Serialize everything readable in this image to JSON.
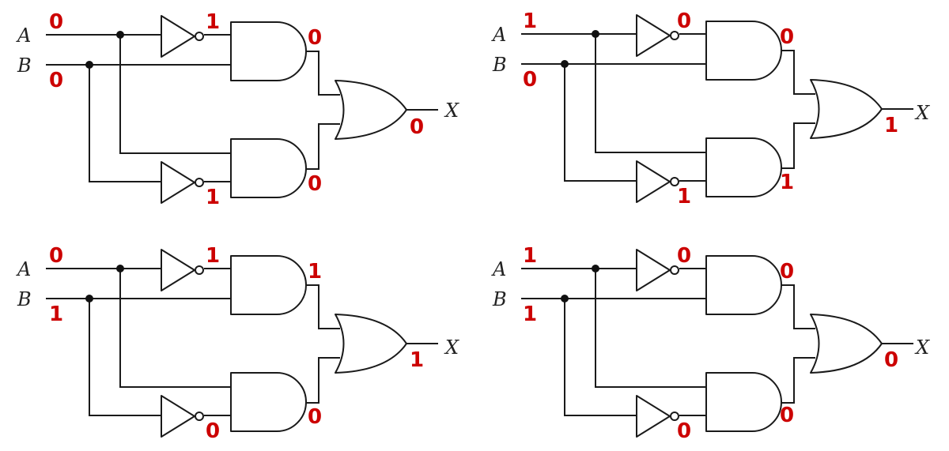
{
  "labels": {
    "input_a": "A",
    "input_b": "B",
    "output": "X"
  },
  "colors": {
    "value": "#cc0000",
    "wire": "#1a1a1a"
  },
  "circuits": [
    {
      "a": "0",
      "b": "0",
      "not_a": "1",
      "not_b": "1",
      "and_top": "0",
      "and_bottom": "0",
      "x": "0"
    },
    {
      "a": "1",
      "b": "0",
      "not_a": "0",
      "not_b": "1",
      "and_top": "0",
      "and_bottom": "1",
      "x": "1"
    },
    {
      "a": "0",
      "b": "1",
      "not_a": "1",
      "not_b": "0",
      "and_top": "1",
      "and_bottom": "0",
      "x": "1"
    },
    {
      "a": "1",
      "b": "1",
      "not_a": "0",
      "not_b": "0",
      "and_top": "0",
      "and_bottom": "0",
      "x": "0"
    }
  ]
}
